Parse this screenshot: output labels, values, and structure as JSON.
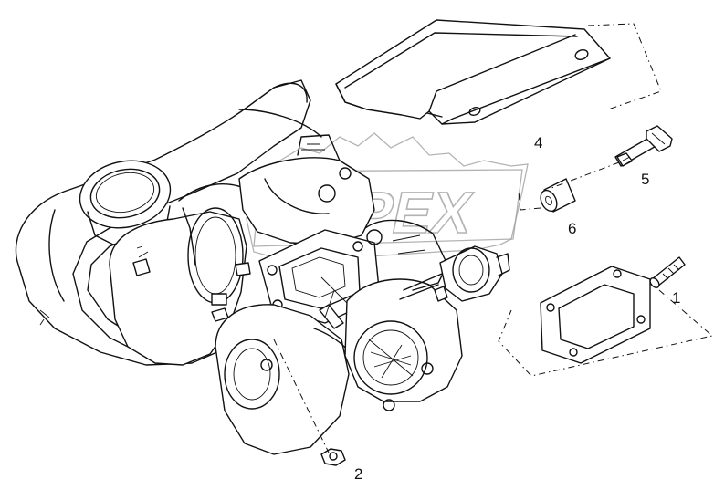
{
  "diagram": {
    "callouts": [
      {
        "id": "1",
        "label": "1"
      },
      {
        "id": "2",
        "label": "2"
      },
      {
        "id": "4",
        "label": "4"
      },
      {
        "id": "5",
        "label": "5"
      },
      {
        "id": "6",
        "label": "6"
      }
    ],
    "watermark_text": "OPEX",
    "line_color": "#111111",
    "background": "#ffffff",
    "icons": [
      "gear-watermark"
    ]
  }
}
